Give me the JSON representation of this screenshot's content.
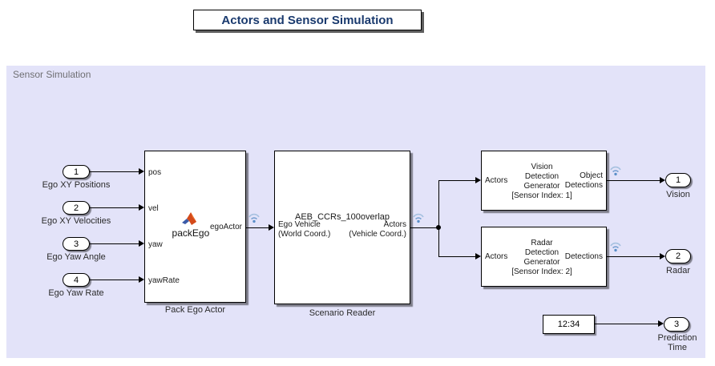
{
  "title": "Actors and Sensor Simulation",
  "area_label": "Sensor Simulation",
  "colors": {
    "area_background": "#e3e3f9",
    "title_text": "#1a3a6e",
    "logging_badge_blue": "#7aa2d2",
    "block_background": "#ffffff",
    "wire": "#000000"
  },
  "icons": {
    "logging_badge": "wifi-signal-logging-icon",
    "pack_ego_block": "matlab-function-icon"
  },
  "inports": [
    {
      "number": "1",
      "label": "Ego XY Positions"
    },
    {
      "number": "2",
      "label": "Ego XY Velocities"
    },
    {
      "number": "3",
      "label": "Ego Yaw Angle"
    },
    {
      "number": "4",
      "label": "Ego Yaw Rate"
    }
  ],
  "pack_ego_actor": {
    "caption": "Pack Ego Actor",
    "function_name": "packEgo",
    "in_ports": [
      "pos",
      "vel",
      "yaw",
      "yawRate"
    ],
    "out_port": "egoActor"
  },
  "scenario_reader": {
    "caption": "Scenario Reader",
    "scenario_name": "AEB_CCRs_100overlap",
    "in_port": {
      "line1": "Ego Vehicle",
      "line2": "(World Coord.)"
    },
    "out_port": {
      "line1": "Actors",
      "line2": "(Vehicle Coord.)"
    }
  },
  "vision_detection_generator": {
    "in_port": "Actors",
    "name_line1": "Vision",
    "name_line2": "Detection",
    "name_line3": "Generator",
    "sensor_index": "[Sensor Index: 1]",
    "out_line1": "Object",
    "out_line2": "Detections"
  },
  "radar_detection_generator": {
    "in_port": "Actors",
    "name_line1": "Radar",
    "name_line2": "Detection",
    "name_line3": "Generator",
    "sensor_index": "[Sensor Index: 2]",
    "out_port": "Detections"
  },
  "clock": {
    "value": "12:34"
  },
  "outports": [
    {
      "number": "1",
      "label": "Vision"
    },
    {
      "number": "2",
      "label": "Radar"
    },
    {
      "number": "3",
      "label_line1": "Prediction",
      "label_line2": "Time"
    }
  ]
}
